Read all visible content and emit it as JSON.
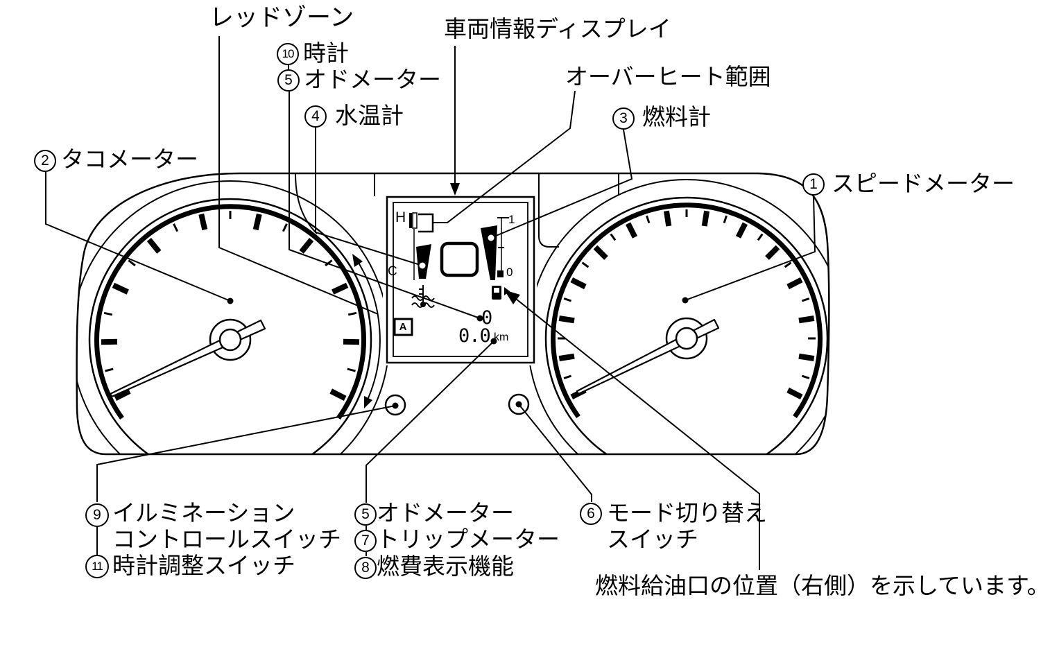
{
  "callouts": {
    "redzone": {
      "label": "レッドゾーン"
    },
    "clock": {
      "num": "10",
      "label": "時計"
    },
    "odometer_top": {
      "num": "5",
      "label": "オドメーター"
    },
    "water_temp": {
      "num": "4",
      "label": "水温計"
    },
    "vehicle_info": {
      "label": "車両情報ディスプレイ"
    },
    "overheat_range": {
      "label": "オーバーヒート範囲"
    },
    "fuel_gauge": {
      "num": "3",
      "label": "燃料計"
    },
    "tachometer": {
      "num": "2",
      "label": "タコメーター"
    },
    "speedometer": {
      "num": "1",
      "label": "スピードメーター"
    },
    "illumination": {
      "num": "9",
      "label_line1": "イルミネーション",
      "label_line2": "コントロールスイッチ"
    },
    "clock_adjust": {
      "num": "11",
      "label": "時計調整スイッチ"
    },
    "odometer_bottom": {
      "num": "5",
      "label": "オドメーター"
    },
    "trip_meter": {
      "num": "7",
      "label": "トリップメーター"
    },
    "fuel_economy": {
      "num": "8",
      "label": "燃費表示機能"
    },
    "mode_switch": {
      "num": "6",
      "label_line1": "モード切り替え",
      "label_line2": "スイッチ"
    },
    "fuel_filler_note": {
      "label": "燃料給油口の位置（右側）を示しています。"
    }
  },
  "display": {
    "hot_label": "H",
    "cold_label": "C",
    "fuel_full_label": "1",
    "fuel_empty_label": "0",
    "trip_a_label": "A",
    "clock_value": "0",
    "trip_value": "0.0",
    "trip_unit": "km"
  },
  "colors": {
    "line": "#000000",
    "background": "#ffffff"
  }
}
